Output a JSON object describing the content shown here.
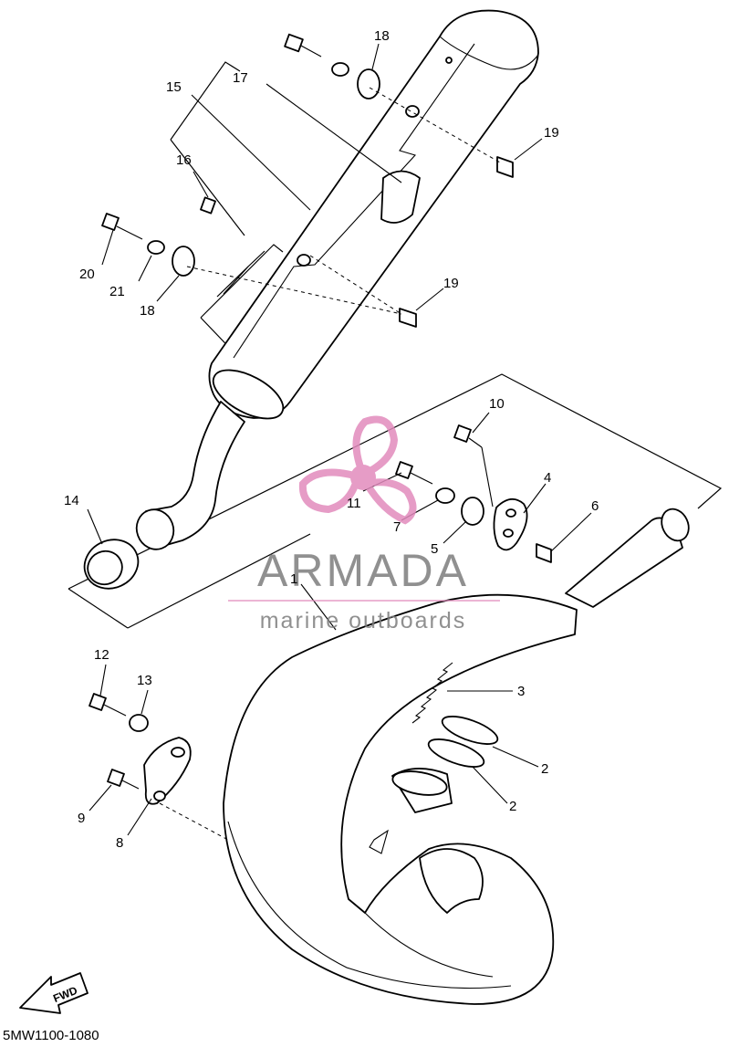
{
  "diagram_code": "5MW1100-1080",
  "fwd_label": "FWD",
  "watermark": {
    "brand": "ARMADA",
    "tagline": "marine outboards",
    "brand_color": "#7d7d7d",
    "logo_color": "#e28bbd"
  },
  "callouts": {
    "p1": "1",
    "p2a": "2",
    "p2b": "2",
    "p3": "3",
    "p4": "4",
    "p5": "5",
    "p6": "6",
    "p7": "7",
    "p8": "8",
    "p9": "9",
    "p10": "10",
    "p11": "11",
    "p12": "12",
    "p13": "13",
    "p14": "14",
    "p15": "15",
    "p16": "16",
    "p17": "17",
    "p18a": "18",
    "p18b": "18",
    "p19a": "19",
    "p19b": "19",
    "p20": "20",
    "p21": "21"
  }
}
